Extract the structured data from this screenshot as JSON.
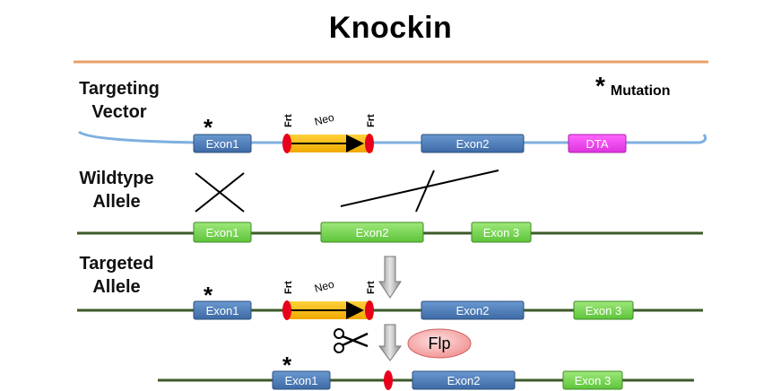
{
  "title": "Knockin",
  "legend": {
    "symbol": "*",
    "label": "Mutation"
  },
  "labels": {
    "targeting_vector": [
      "Targeting",
      "Vector"
    ],
    "wildtype_allele": [
      "Wildtype",
      "Allele"
    ],
    "targeted_allele": [
      "Targeted",
      "Allele"
    ]
  },
  "elements": {
    "exon1": "Exon1",
    "exon2": "Exon2",
    "exon3_tv": "Exon 3",
    "dta": "DTA",
    "neo": "Neo",
    "frt": "Frt",
    "flp": "Flp",
    "mutation_star": "*"
  },
  "colors": {
    "blue_exon": "#4f81bd",
    "green_exon": "#7ed957",
    "dta": "#ee44ee",
    "neo": "#f5b800",
    "frt": "#e8001c",
    "flp": "#f5a7a7",
    "divider": "#e8a066",
    "vector_line": "#7fb0e0",
    "genomic_line": "#3d5a2a"
  }
}
